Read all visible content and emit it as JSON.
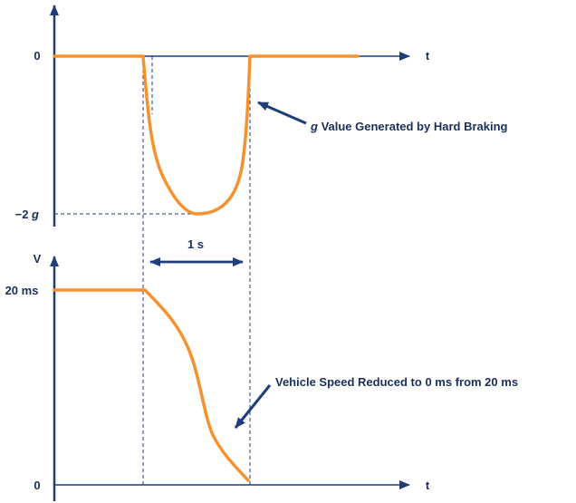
{
  "colors": {
    "axis": "#1f3d7a",
    "curve": "#f5922f",
    "guide": "#1f3d7a",
    "text": "#1a2f5a"
  },
  "top_plot": {
    "y_tick_zero": "0",
    "y_tick_min_prefix": "−2 ",
    "y_tick_min_var": "g",
    "x_axis_label": "t",
    "annotation_var": "g",
    "annotation_text": " Value Generated by Hard Braking"
  },
  "interval_label": "1 s",
  "bottom_plot": {
    "y_axis_label": "V",
    "y_tick_top": "20 ms",
    "y_tick_zero": "0",
    "x_axis_label": "t",
    "annotation_text": "Vehicle Speed Reduced to 0 ms from 20 ms"
  }
}
